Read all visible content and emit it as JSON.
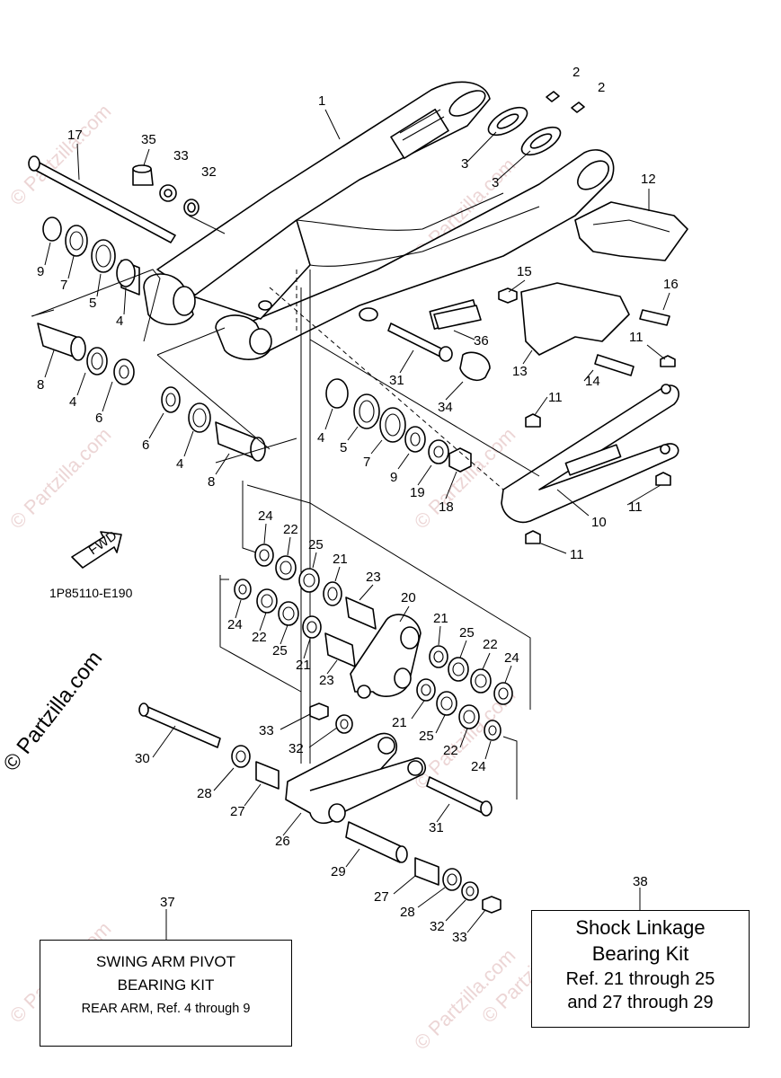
{
  "diagram": {
    "code": "1P85110-E190",
    "fwd_label": "FWD",
    "watermark": "© Partzilla.com",
    "watermark_large": "© Partzilla.com",
    "callouts": [
      "1",
      "2",
      "2",
      "3",
      "3",
      "17",
      "35",
      "33",
      "32",
      "12",
      "9",
      "7",
      "5",
      "4",
      "15",
      "16",
      "36",
      "8",
      "4",
      "6",
      "31",
      "11",
      "13",
      "14",
      "34",
      "11",
      "4",
      "5",
      "7",
      "9",
      "19",
      "18",
      "6",
      "4",
      "8",
      "10",
      "11",
      "11",
      "24",
      "22",
      "25",
      "21",
      "23",
      "20",
      "24",
      "22",
      "25",
      "21",
      "23",
      "21",
      "25",
      "22",
      "24",
      "33",
      "32",
      "21",
      "25",
      "22",
      "24",
      "30",
      "28",
      "27",
      "26",
      "31",
      "29",
      "27",
      "28",
      "32",
      "33",
      "37",
      "38"
    ]
  },
  "kits": {
    "pivot": {
      "ref": "37",
      "line1": "SWING ARM PIVOT",
      "line2": "BEARING KIT",
      "line3": "REAR ARM, Ref. 4 through 9"
    },
    "shock": {
      "ref": "38",
      "line1": "Shock Linkage",
      "line2": "Bearing Kit",
      "line3": "Ref. 21 through 25",
      "line4": "and 27 through 29"
    }
  }
}
